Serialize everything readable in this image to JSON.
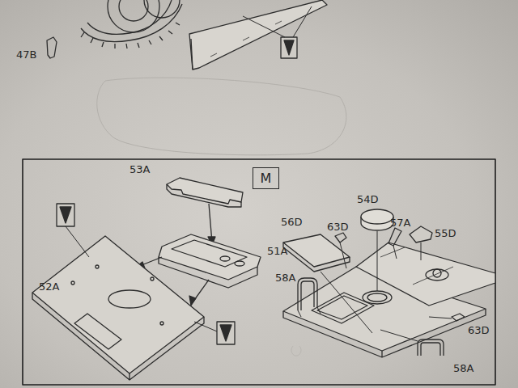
{
  "diagram": {
    "nodes": [
      {
        "text": [
          "M"
        ]
      }
    ],
    "labels": [
      "47B",
      "53A",
      "51A",
      "52A",
      "54D",
      "56D",
      "63D",
      "57A",
      "55D",
      "58A",
      "63D",
      "58A"
    ]
  }
}
